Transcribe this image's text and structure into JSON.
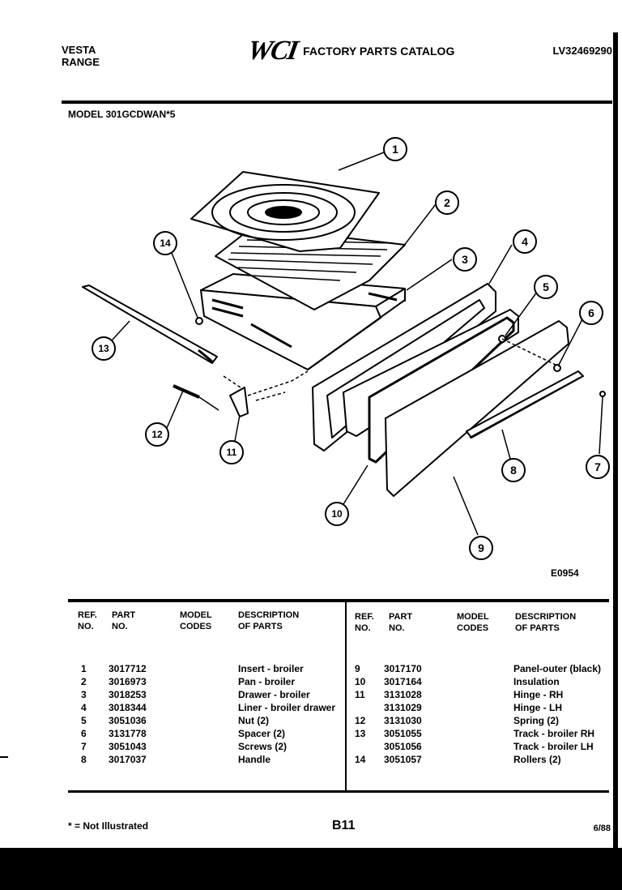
{
  "header": {
    "brand_line1": "VESTA",
    "brand_line2": "RANGE",
    "logo": "WCI",
    "catalog_title": "FACTORY PARTS CATALOG",
    "catalog_number": "LV32469290"
  },
  "model": "MODEL 301GCDWAN*5",
  "diagram": {
    "code": "E0954",
    "callouts": [
      "1",
      "2",
      "3",
      "4",
      "5",
      "6",
      "7",
      "8",
      "9",
      "10",
      "11",
      "12",
      "13",
      "14"
    ]
  },
  "table": {
    "headers": {
      "ref": "REF.\nNO.",
      "part": "PART\nNO.",
      "model": "MODEL\nCODES",
      "desc": "DESCRIPTION\nOF PARTS"
    },
    "left_rows": [
      {
        "ref": "1",
        "part": "3017712",
        "desc": "Insert - broiler"
      },
      {
        "ref": "2",
        "part": "3016973",
        "desc": "Pan - broiler"
      },
      {
        "ref": "3",
        "part": "3018253",
        "desc": "Drawer - broiler"
      },
      {
        "ref": "4",
        "part": "3018344",
        "desc": "Liner - broiler drawer"
      },
      {
        "ref": "5",
        "part": "3051036",
        "desc": "Nut (2)"
      },
      {
        "ref": "6",
        "part": "3131778",
        "desc": "Spacer (2)"
      },
      {
        "ref": "7",
        "part": "3051043",
        "desc": "Screws (2)"
      },
      {
        "ref": "8",
        "part": "3017037",
        "desc": "Handle"
      }
    ],
    "right_rows": [
      {
        "ref": "9",
        "part": "3017170",
        "desc": "Panel-outer (black)"
      },
      {
        "ref": "10",
        "part": "3017164",
        "desc": "Insulation"
      },
      {
        "ref": "11",
        "part": "3131028",
        "desc": "Hinge - RH"
      },
      {
        "ref": "",
        "part": "3131029",
        "desc": "Hinge - LH"
      },
      {
        "ref": "12",
        "part": "3131030",
        "desc": "Spring (2)"
      },
      {
        "ref": "13",
        "part": "3051055",
        "desc": "Track - broiler RH"
      },
      {
        "ref": "",
        "part": "3051056",
        "desc": "Track - broiler LH"
      },
      {
        "ref": "14",
        "part": "3051057",
        "desc": "Rollers (2)"
      }
    ]
  },
  "footer": {
    "note": "* = Not Illustrated",
    "page": "B11",
    "date": "6/88"
  }
}
